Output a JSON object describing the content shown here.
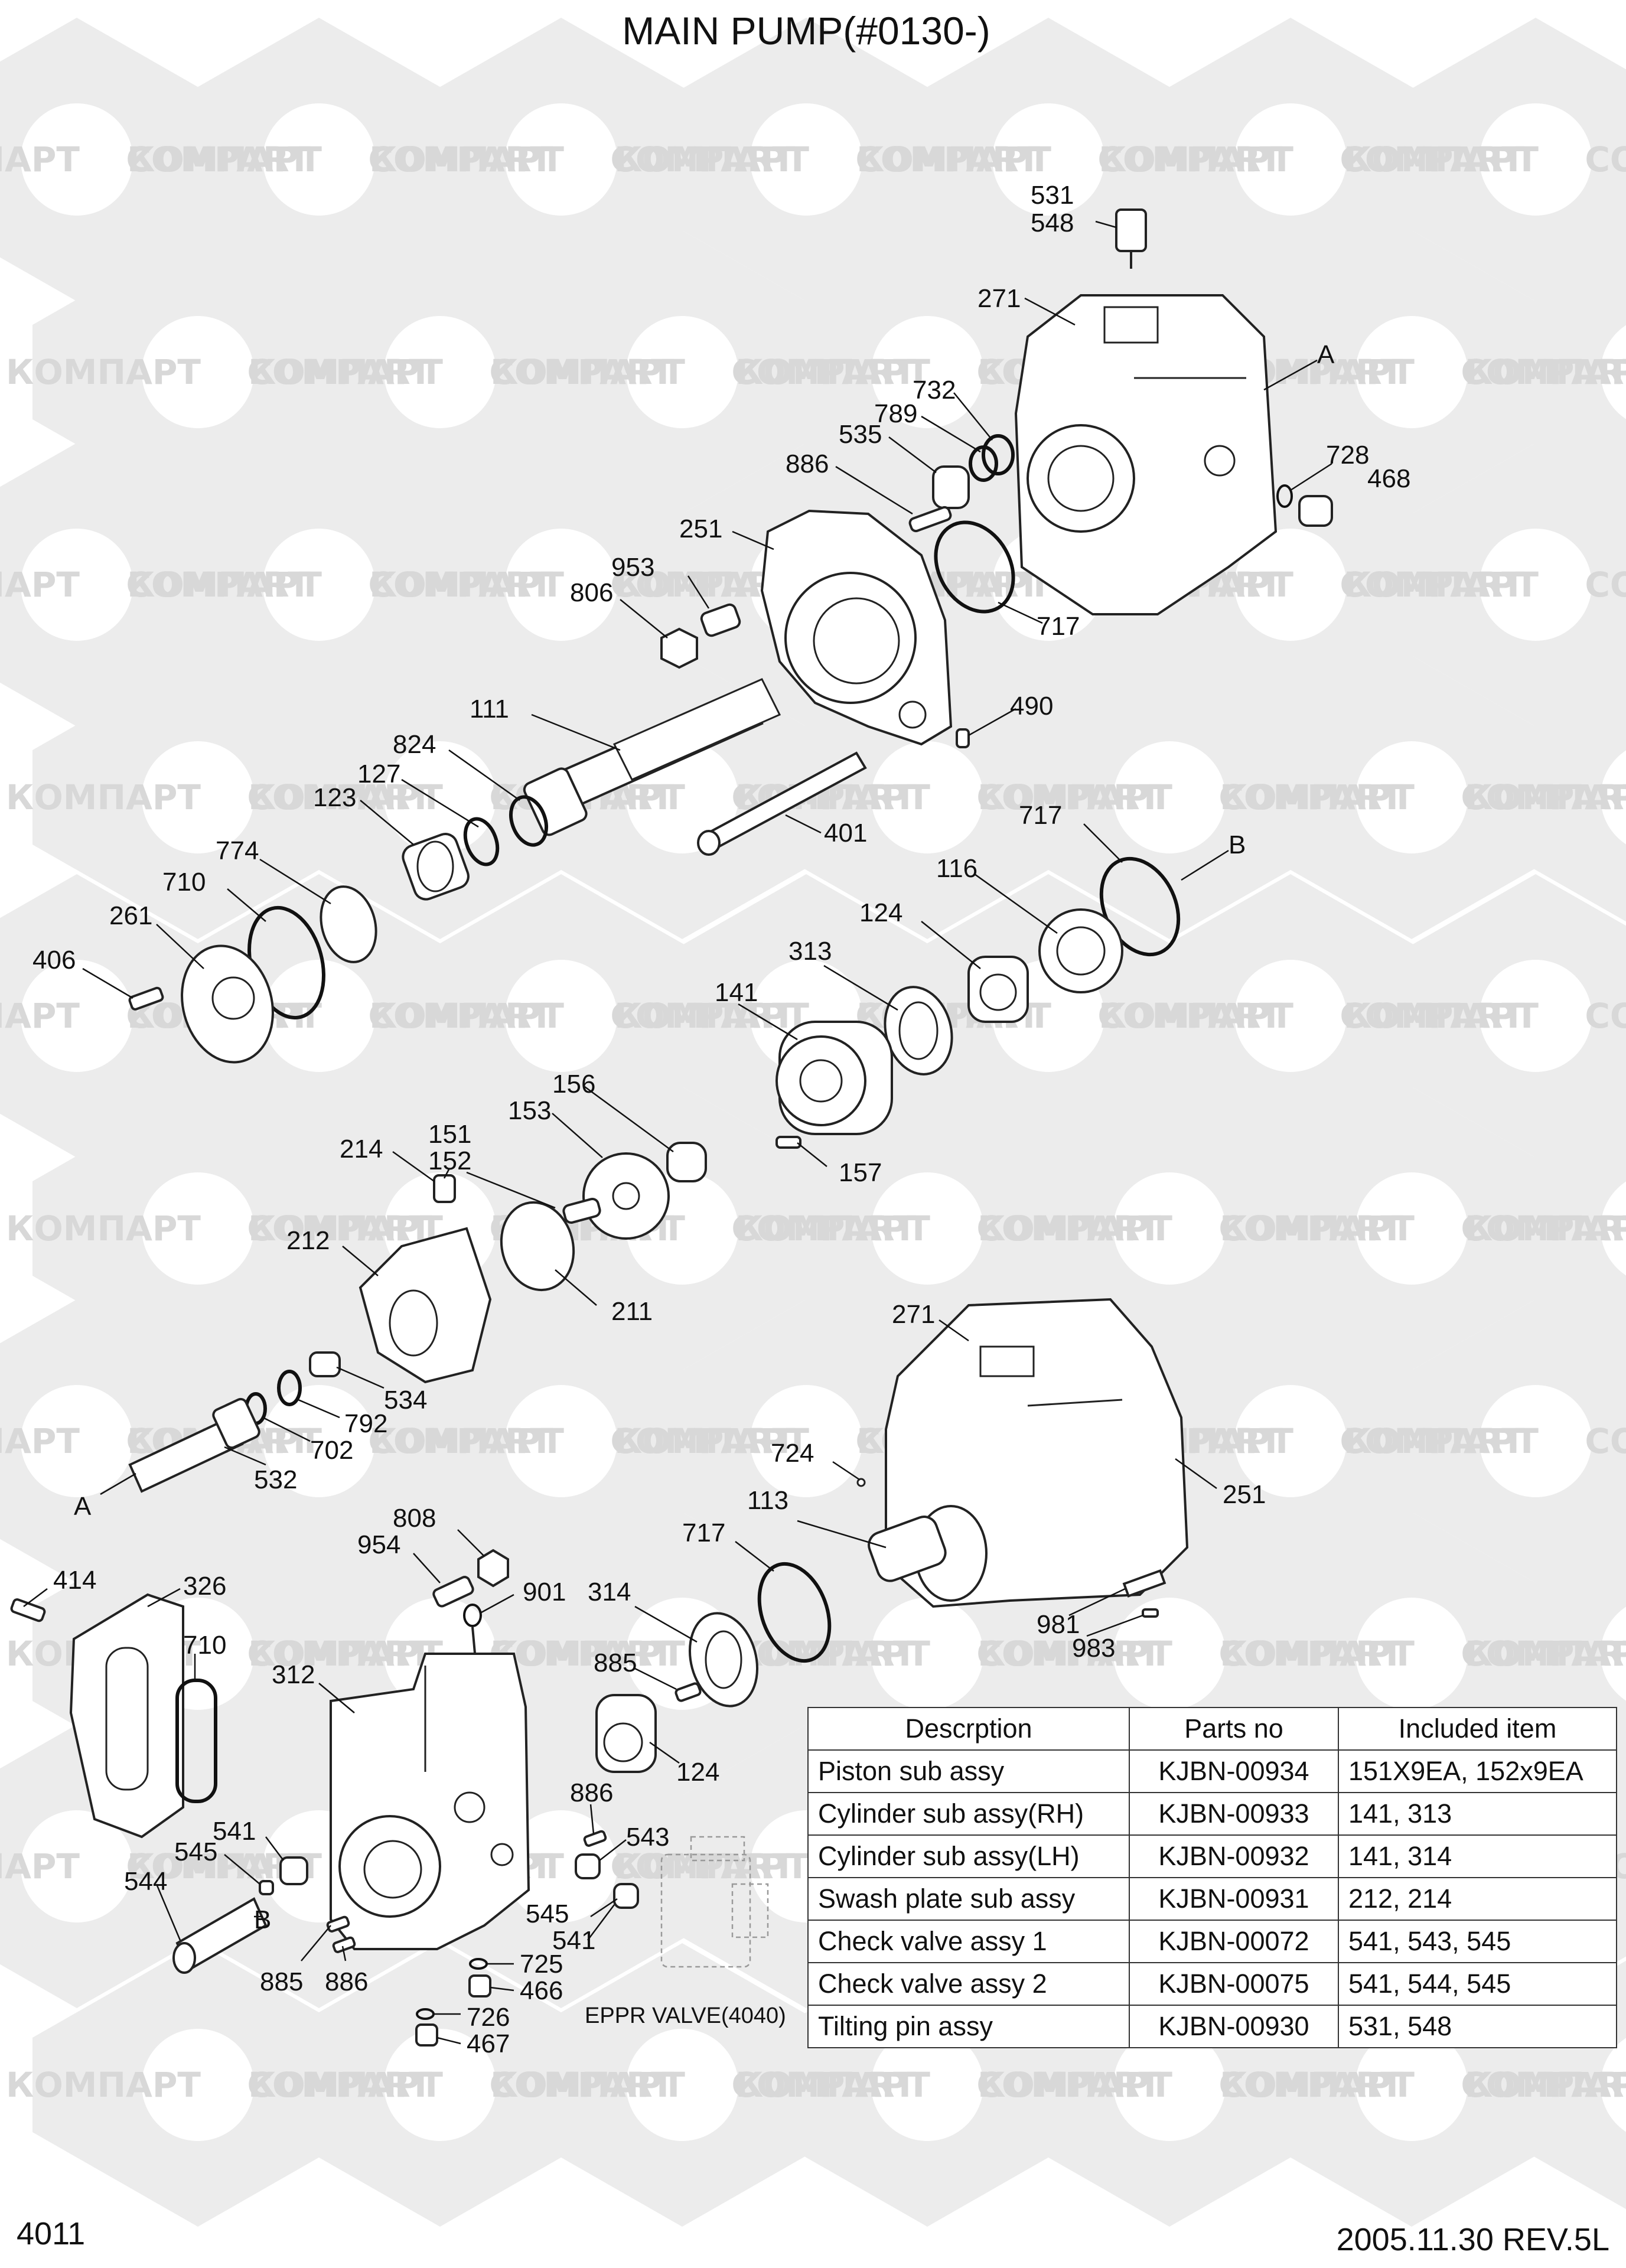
{
  "title": "MAIN PUMP(#0130-)",
  "page_number": "4011",
  "revision": "2005.11.30  REV.5L",
  "watermark": {
    "cyrillic": "КОМПАРТ",
    "latin": "COMPART"
  },
  "labels": {
    "l531": "531",
    "l548": "548",
    "l271a": "271",
    "lA_top": "A",
    "l732": "732",
    "l789": "789",
    "l535": "535",
    "l728": "728",
    "l468": "468",
    "l886a": "886",
    "l251a": "251",
    "l953": "953",
    "l806": "806",
    "l717a": "717",
    "l111": "111",
    "l490": "490",
    "l824": "824",
    "l127": "127",
    "l123": "123",
    "l401": "401",
    "l717b": "717",
    "lB_mid": "B",
    "l774": "774",
    "l710a": "710",
    "l116": "116",
    "l261": "261",
    "l124a": "124",
    "l406": "406",
    "l313": "313",
    "l141": "141",
    "l156": "156",
    "l153": "153",
    "l151": "151",
    "l152": "152",
    "l214": "214",
    "l157": "157",
    "l212": "212",
    "l211": "211",
    "l271b": "271",
    "l534": "534",
    "l792": "792",
    "l702": "702",
    "l724": "724",
    "l532": "532",
    "lA_bot": "A",
    "l113": "113",
    "l251b": "251",
    "l808": "808",
    "l954": "954",
    "l717c": "717",
    "l414": "414",
    "l326": "326",
    "l901": "901",
    "l314": "314",
    "l710b": "710",
    "l981": "981",
    "l983": "983",
    "l312": "312",
    "l885a": "885",
    "l124b": "124",
    "l886b": "886",
    "l541a": "541",
    "l545a": "545",
    "l543": "543",
    "l544": "544",
    "lB_bot": "B",
    "l545b": "545",
    "l541b": "541",
    "l885b": "885",
    "l886c": "886",
    "l725": "725",
    "l466": "466",
    "l726": "726",
    "l467": "467",
    "eppr": "EPPR VALVE(4040)"
  },
  "table": {
    "headers": [
      "Descrption",
      "Parts no",
      "Included item"
    ],
    "rows": [
      [
        "Piston sub assy",
        "KJBN-00934",
        "151X9EA, 152x9EA"
      ],
      [
        "Cylinder sub assy(RH)",
        "KJBN-00933",
        "141, 313"
      ],
      [
        "Cylinder sub assy(LH)",
        "KJBN-00932",
        "141, 314"
      ],
      [
        "Swash plate sub assy",
        "KJBN-00931",
        "212, 214"
      ],
      [
        "Check valve assy 1",
        "KJBN-00072",
        "541, 543, 545"
      ],
      [
        "Check valve assy 2",
        "KJBN-00075",
        "541, 544, 545"
      ],
      [
        "Tilting pin assy",
        "KJBN-00930",
        "531, 548"
      ]
    ]
  }
}
